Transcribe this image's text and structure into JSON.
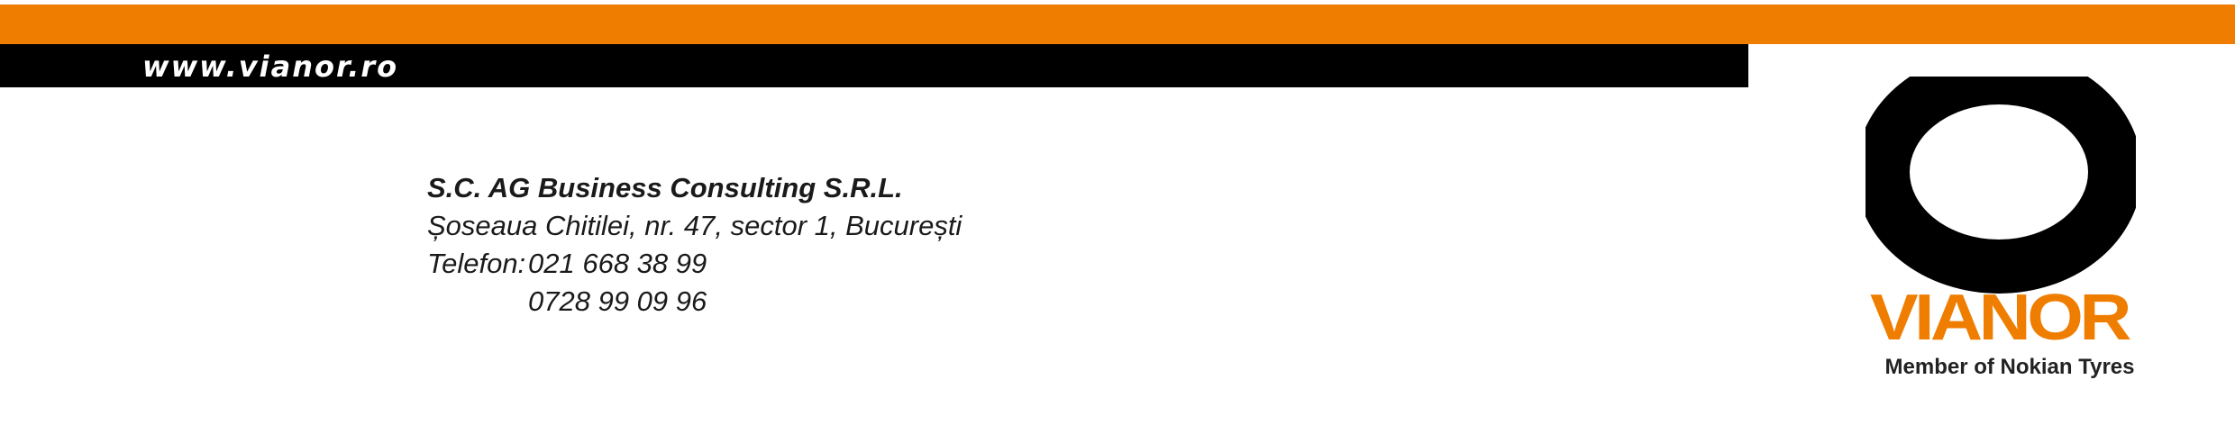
{
  "header": {
    "website": "www.vianor.ro"
  },
  "address": {
    "company": "S.C. AG Business Consulting S.R.L.",
    "street": "Șoseaua Chitilei, nr. 47, sector 1, București",
    "phone_label": "Telefon:",
    "phone_1": "021 668 38 99",
    "phone_2": "0728 99 09 96"
  },
  "logo": {
    "wordmark": "VIANOR",
    "tagline": "Member of Nokian Tyres",
    "ring_color": "#000000",
    "wordmark_color": "#ef7d00"
  },
  "colors": {
    "orange_bar": "#ef7d00",
    "black_bar": "#000000"
  }
}
